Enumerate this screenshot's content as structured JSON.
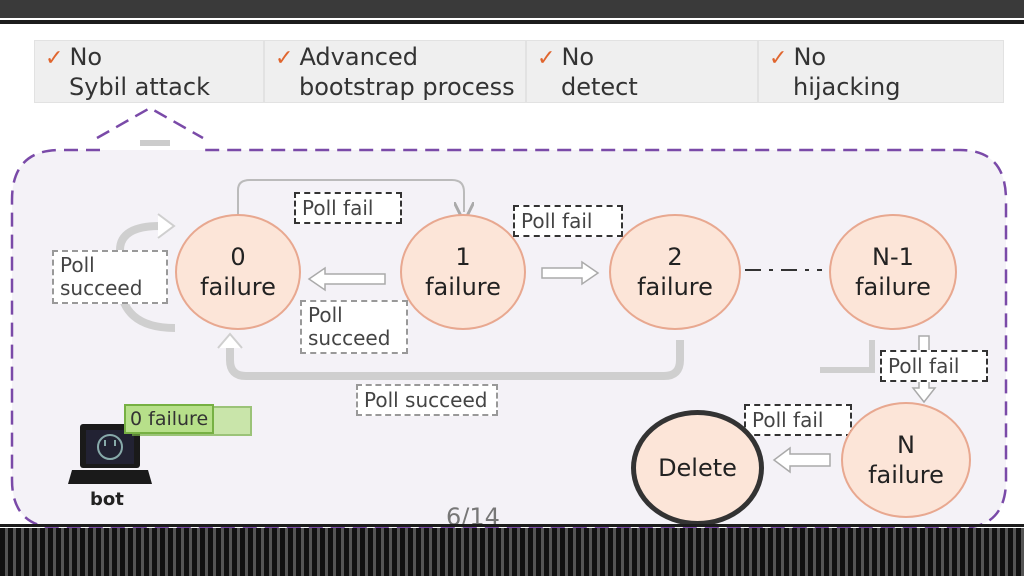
{
  "features": [
    {
      "line1": "No",
      "line2": "Sybil attack"
    },
    {
      "line1": "Advanced",
      "line2": "bootstrap process"
    },
    {
      "line1": "No",
      "line2": "detect"
    },
    {
      "line1": "No",
      "line2": "hijacking"
    }
  ],
  "check_mark": "✓",
  "states": {
    "s0": {
      "num": "0",
      "word": "failure"
    },
    "s1": {
      "num": "1",
      "word": "failure"
    },
    "s2": {
      "num": "2",
      "word": "failure"
    },
    "sn1": {
      "num": "N-1",
      "word": "failure"
    },
    "sn": {
      "num": "N",
      "word": "failure"
    },
    "delete": "Delete"
  },
  "labels": {
    "poll_succeed_loop": "Poll succeed",
    "poll_fail_0_1": "Poll  fail",
    "poll_succeed_1_0": "Poll succeed",
    "poll_fail_1_2": "Poll  fail",
    "poll_succeed_return": "Poll succeed",
    "poll_fail_n1_n": "Poll  fail",
    "poll_fail_n_delete": "Poll  fail"
  },
  "bot": {
    "label": "bot",
    "badge": "0 failure"
  },
  "page_number": "6/14",
  "colors": {
    "accent": "#e0662f",
    "state_fill": "#fce5d8",
    "frame": "#7a4aa8"
  }
}
